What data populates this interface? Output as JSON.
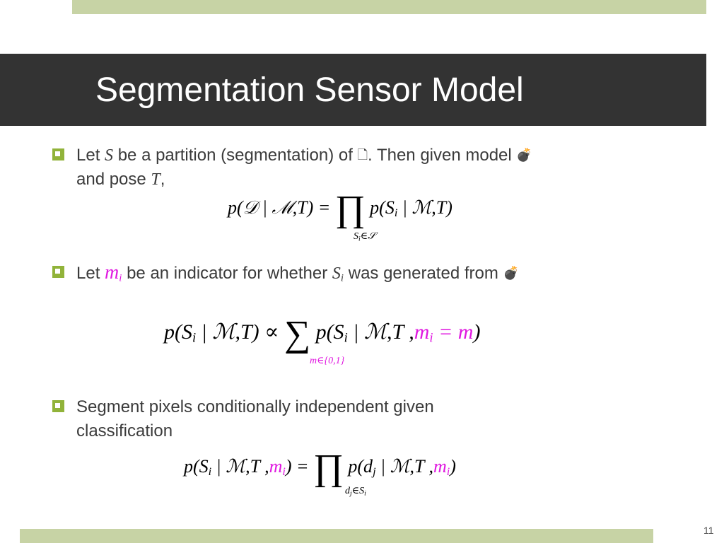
{
  "slide": {
    "title": "Segmentation Sensor Model",
    "page_number": "11"
  },
  "bullets": [
    {
      "pre": "Let ",
      "var": "S",
      "mid": " be a partition (segmentation) of ",
      "icon1": "document-icon",
      "mid2": ". Then given model ",
      "icon2": "bomb-icon",
      "line2_pre": "and pose ",
      "line2_var": "T",
      "line2_post": ","
    },
    {
      "pre": "Let ",
      "var": "m",
      "var_sub": "i",
      "mid": " be an indicator for whether ",
      "var2": "S",
      "var2_sub": "i",
      "post": " was generated from ",
      "icon": "bomb-icon"
    },
    {
      "line1": "Segment pixels conditionally independent given",
      "line2": "classification"
    }
  ],
  "equations": {
    "eq1": {
      "lhs": "p(𝒟 | ℳ,T) =",
      "operator": "∏",
      "rhs": "p(S",
      "rhs_sub": "i",
      "rhs_end": " | ℳ,T)",
      "under": "S",
      "under_sub": "i",
      "under_end": "∈𝒮"
    },
    "eq2": {
      "lhs": "p(S",
      "lhs_sub": "i",
      "lhs_end": " | ℳ,T) ∝",
      "operator": "∑",
      "rhs": "p(S",
      "rhs_sub": "i",
      "rhs_mid": " | ℳ,T ,",
      "rhs_pink": "m",
      "rhs_pink_sub": "i",
      "rhs_pink_end": " = m",
      "rhs_end": ")",
      "under": "m∈{0,1}"
    },
    "eq3": {
      "lhs": "p(S",
      "lhs_sub": "i",
      "lhs_mid": " | ℳ,T ,",
      "lhs_pink": "m",
      "lhs_pink_sub": "i",
      "lhs_end": ") =",
      "operator": "∏",
      "rhs": "p(d",
      "rhs_sub": "j",
      "rhs_mid": " | ℳ,T ,",
      "rhs_pink": "m",
      "rhs_pink_sub": "i",
      "rhs_end": ")",
      "under": "d",
      "under_sub": "j",
      "under_mid": "∈S",
      "under_sub2": "i"
    }
  }
}
